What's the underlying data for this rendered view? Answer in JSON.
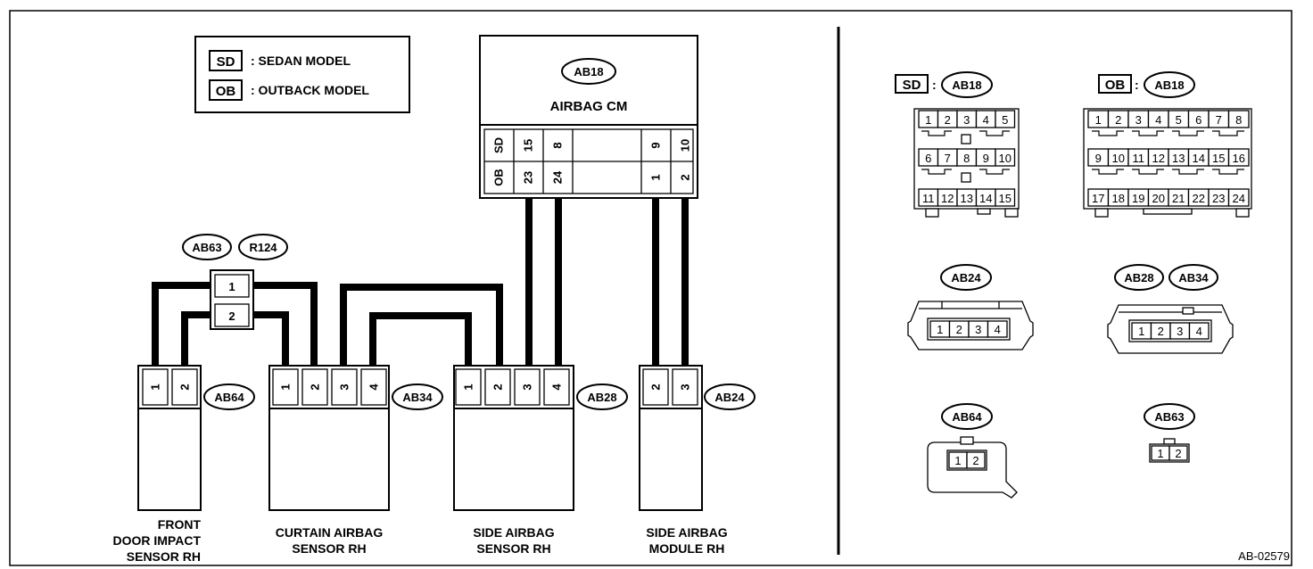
{
  "legend": {
    "sd_code": "SD",
    "sd_text": ": SEDAN MODEL",
    "ob_code": "OB",
    "ob_text": ": OUTBACK MODEL"
  },
  "airbag_cm": {
    "connector": "AB18",
    "title": "AIRBAG CM",
    "sd_row": [
      "SD",
      "15",
      "8",
      "9",
      "10"
    ],
    "ob_row": [
      "OB",
      "23",
      "24",
      "1",
      "2"
    ]
  },
  "joint": {
    "connectors": [
      "AB63",
      "R124"
    ],
    "pins": [
      "1",
      "2"
    ]
  },
  "components": {
    "front_door": {
      "connector": "AB64",
      "pins": [
        "1",
        "2"
      ],
      "name": [
        "FRONT",
        "DOOR IMPACT",
        "SENSOR RH"
      ]
    },
    "curtain": {
      "connector": "AB34",
      "pins": [
        "1",
        "2",
        "3",
        "4"
      ],
      "name": [
        "CURTAIN AIRBAG",
        "SENSOR RH"
      ]
    },
    "side_sensor": {
      "connector": "AB28",
      "pins": [
        "1",
        "2",
        "3",
        "4"
      ],
      "name": [
        "SIDE AIRBAG",
        "SENSOR RH"
      ]
    },
    "side_module": {
      "connector": "AB24",
      "pins": [
        "2",
        "3"
      ],
      "name": [
        "SIDE AIRBAG",
        "MODULE RH"
      ]
    }
  },
  "views": {
    "sd_code": "SD",
    "sd_conn": "AB18",
    "ob_code": "OB",
    "ob_conn": "AB18",
    "sd_pins": [
      "1",
      "2",
      "3",
      "4",
      "5",
      "6",
      "7",
      "8",
      "9",
      "10",
      "11",
      "12",
      "13",
      "14",
      "15"
    ],
    "ob_pins": [
      "1",
      "2",
      "3",
      "4",
      "5",
      "6",
      "7",
      "8",
      "9",
      "10",
      "11",
      "12",
      "13",
      "14",
      "15",
      "16",
      "17",
      "18",
      "19",
      "20",
      "21",
      "22",
      "23",
      "24"
    ],
    "ab24": {
      "conn": "AB24",
      "pins": [
        "1",
        "2",
        "3",
        "4"
      ]
    },
    "ab28_34": {
      "conns": [
        "AB28",
        "AB34"
      ],
      "pins": [
        "1",
        "2",
        "3",
        "4"
      ]
    },
    "ab64": {
      "conn": "AB64",
      "pins": [
        "1",
        "2"
      ]
    },
    "ab63": {
      "conn": "AB63",
      "pins": [
        "1",
        "2"
      ]
    }
  },
  "figure_id": "AB-02579"
}
